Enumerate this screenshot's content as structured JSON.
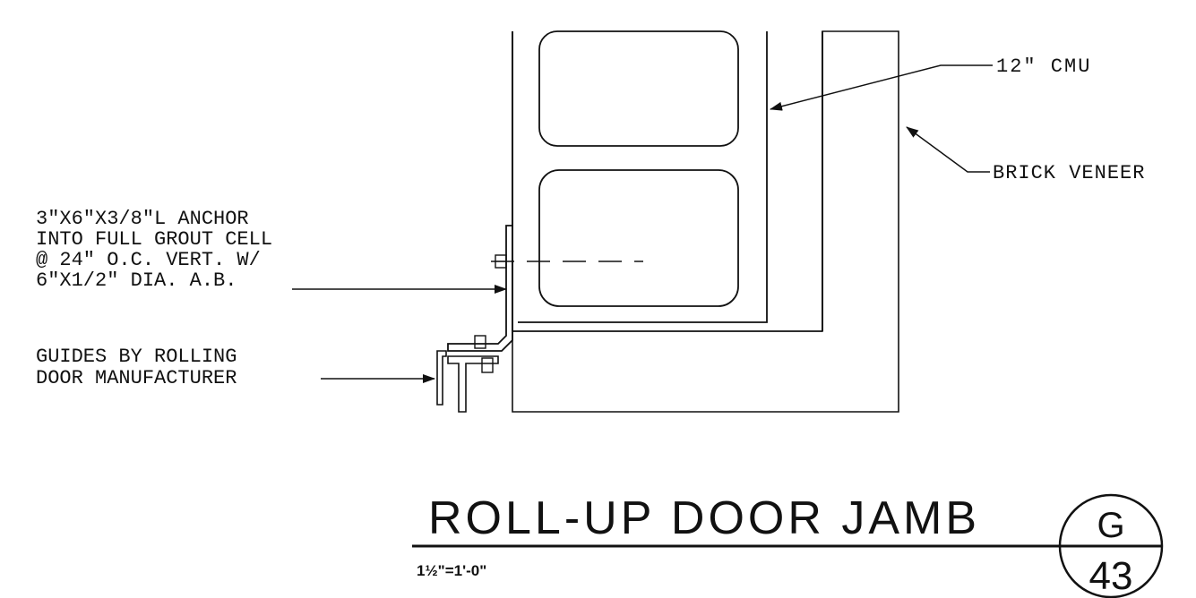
{
  "labels": {
    "cmu": "12\" CMU",
    "brick": "BRICK VENEER",
    "anchor": [
      "3\"X6\"X3/8\"L ANCHOR",
      "INTO FULL GROUT CELL",
      "@ 24\" O.C. VERT. W/",
      "6\"X1/2\" DIA. A.B."
    ],
    "guides": [
      "GUIDES BY ROLLING",
      "DOOR MANUFACTURER"
    ]
  },
  "title": {
    "text": "ROLL-UP DOOR JAMB",
    "scale": "1½\"=1'-0\"",
    "detail_letter": "G",
    "sheet_number": "43"
  },
  "colors": {
    "ink": "#111111",
    "paper": "#ffffff"
  }
}
